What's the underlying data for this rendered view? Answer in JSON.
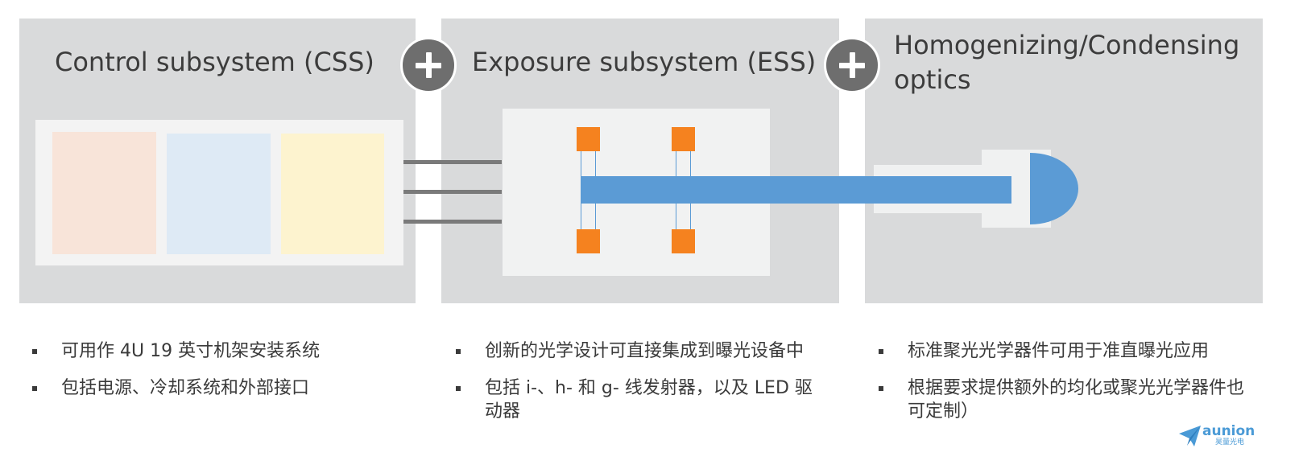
{
  "panels": {
    "css": {
      "title": "Control subsystem (CSS)"
    },
    "ess": {
      "title": "Exposure subsystem (ESS)"
    },
    "optics": {
      "title_line1": "Homogenizing/Condensing",
      "title_line2": "optics"
    }
  },
  "colors": {
    "panel_bg": "#d9dadb",
    "plus_icon": "#6e6e6e",
    "css_block_1": "#f8e4d9",
    "css_block_2": "#deeaf5",
    "css_block_3": "#fdf3cf",
    "clamp": "#f5821f",
    "light_rod": "#5b9bd5"
  },
  "bullets": {
    "css": [
      "可用作 4U 19 英寸机架安装系统",
      "包括电源、冷却系统和外部接口"
    ],
    "ess": [
      "创新的光学设计可直接集成到曝光设备中",
      "包括 i-、h- 和 g- 线发射器，以及 LED 驱动器"
    ],
    "optics": [
      "标准聚光光学器件可用于准直曝光应用",
      "根据要求提供额外的均化或聚光光学器件也可定制）"
    ]
  },
  "logo": {
    "word": "aunion",
    "sub": "昊量光电"
  }
}
